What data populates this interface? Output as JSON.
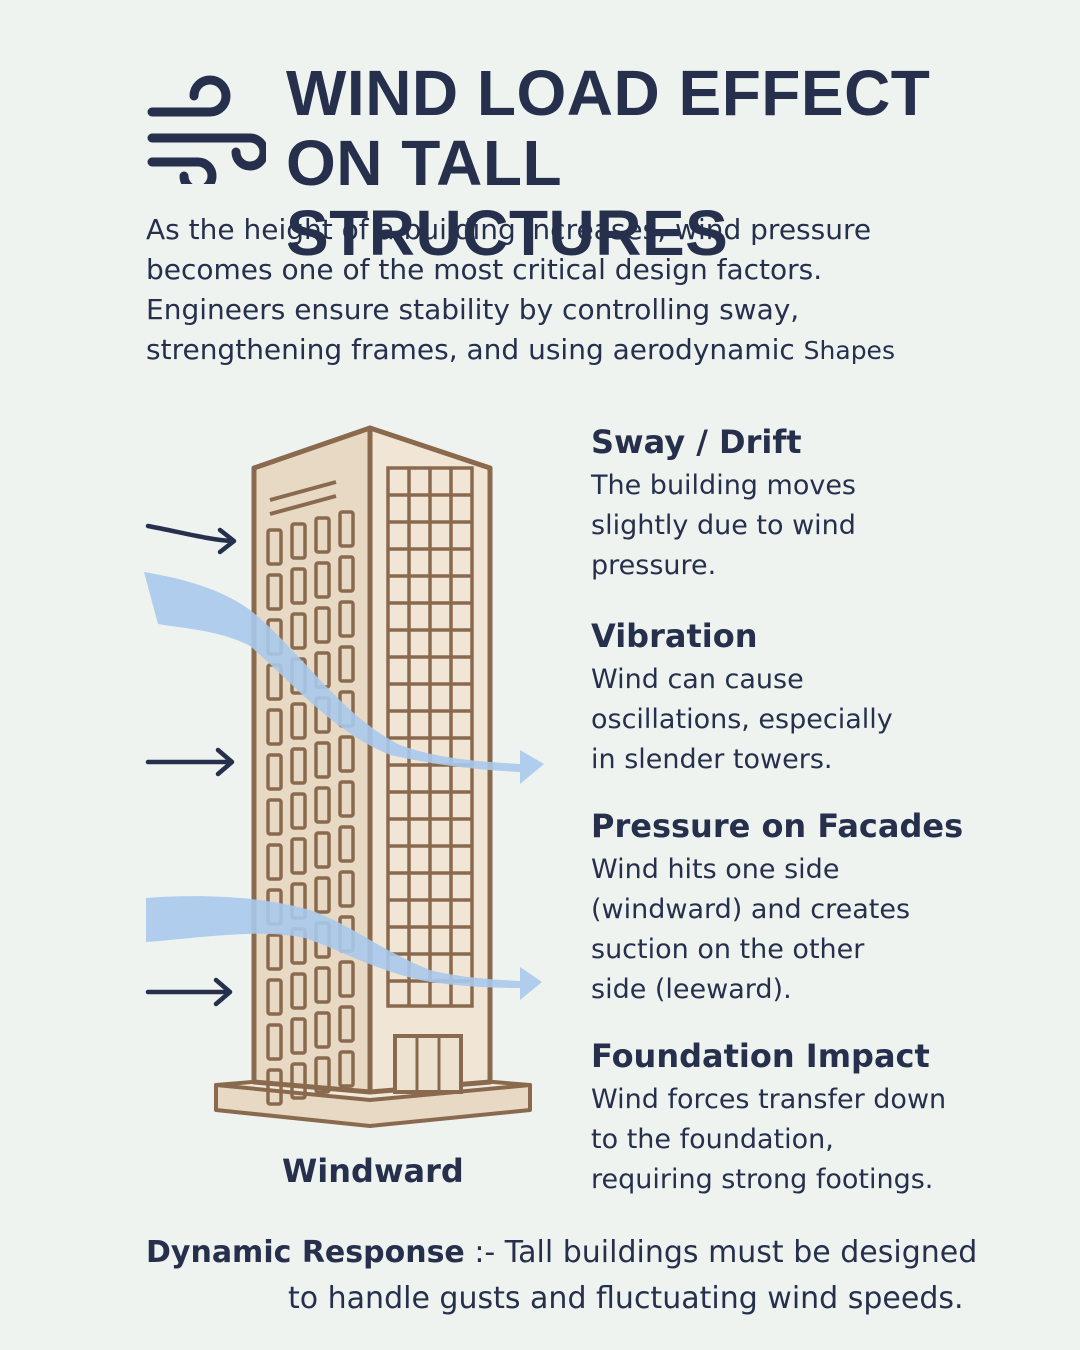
{
  "title": {
    "line1": "WIND LOAD EFFECT",
    "line2": "ON TALL STRUCTURES",
    "icon": "wind-icon"
  },
  "intro": {
    "text": "As the height of a building increases, wind pressure becomes one of the most critical design factors. Engineers ensure stability by controlling sway, strengthening frames, and using aerodynamic",
    "tail": "Shapes"
  },
  "illustration": {
    "label": "Windward",
    "icons": [
      "building-icon",
      "wind-arrow-icon",
      "airflow-icon"
    ],
    "colors": {
      "wall": "#e8d9c4",
      "wall_side": "#f1e6d6",
      "outline": "#8a6a4f",
      "airflow": "#a8c9ec",
      "arrow": "#26304d"
    }
  },
  "effects": [
    {
      "title": "Sway / Drift",
      "lines": [
        "The building moves",
        "slightly due to wind",
        "pressure."
      ]
    },
    {
      "title": "Vibration",
      "lines": [
        "Wind can cause",
        "oscillations, especially",
        "in slender towers."
      ]
    },
    {
      "title": "Pressure on Facades",
      "lines": [
        "Wind hits one side",
        "(windward) and creates",
        "suction on the other",
        "side (leeward)."
      ]
    },
    {
      "title": "Foundation Impact",
      "lines": [
        "Wind forces transfer down",
        "to the foundation,",
        "requiring strong footings."
      ]
    }
  ],
  "footer": {
    "label": "Dynamic Response",
    "line1": " :- Tall buildings must be designed",
    "line2": "to handle gusts and fluctuating wind speeds."
  },
  "colors": {
    "background": "#eef3ef",
    "text": "#26304d"
  }
}
